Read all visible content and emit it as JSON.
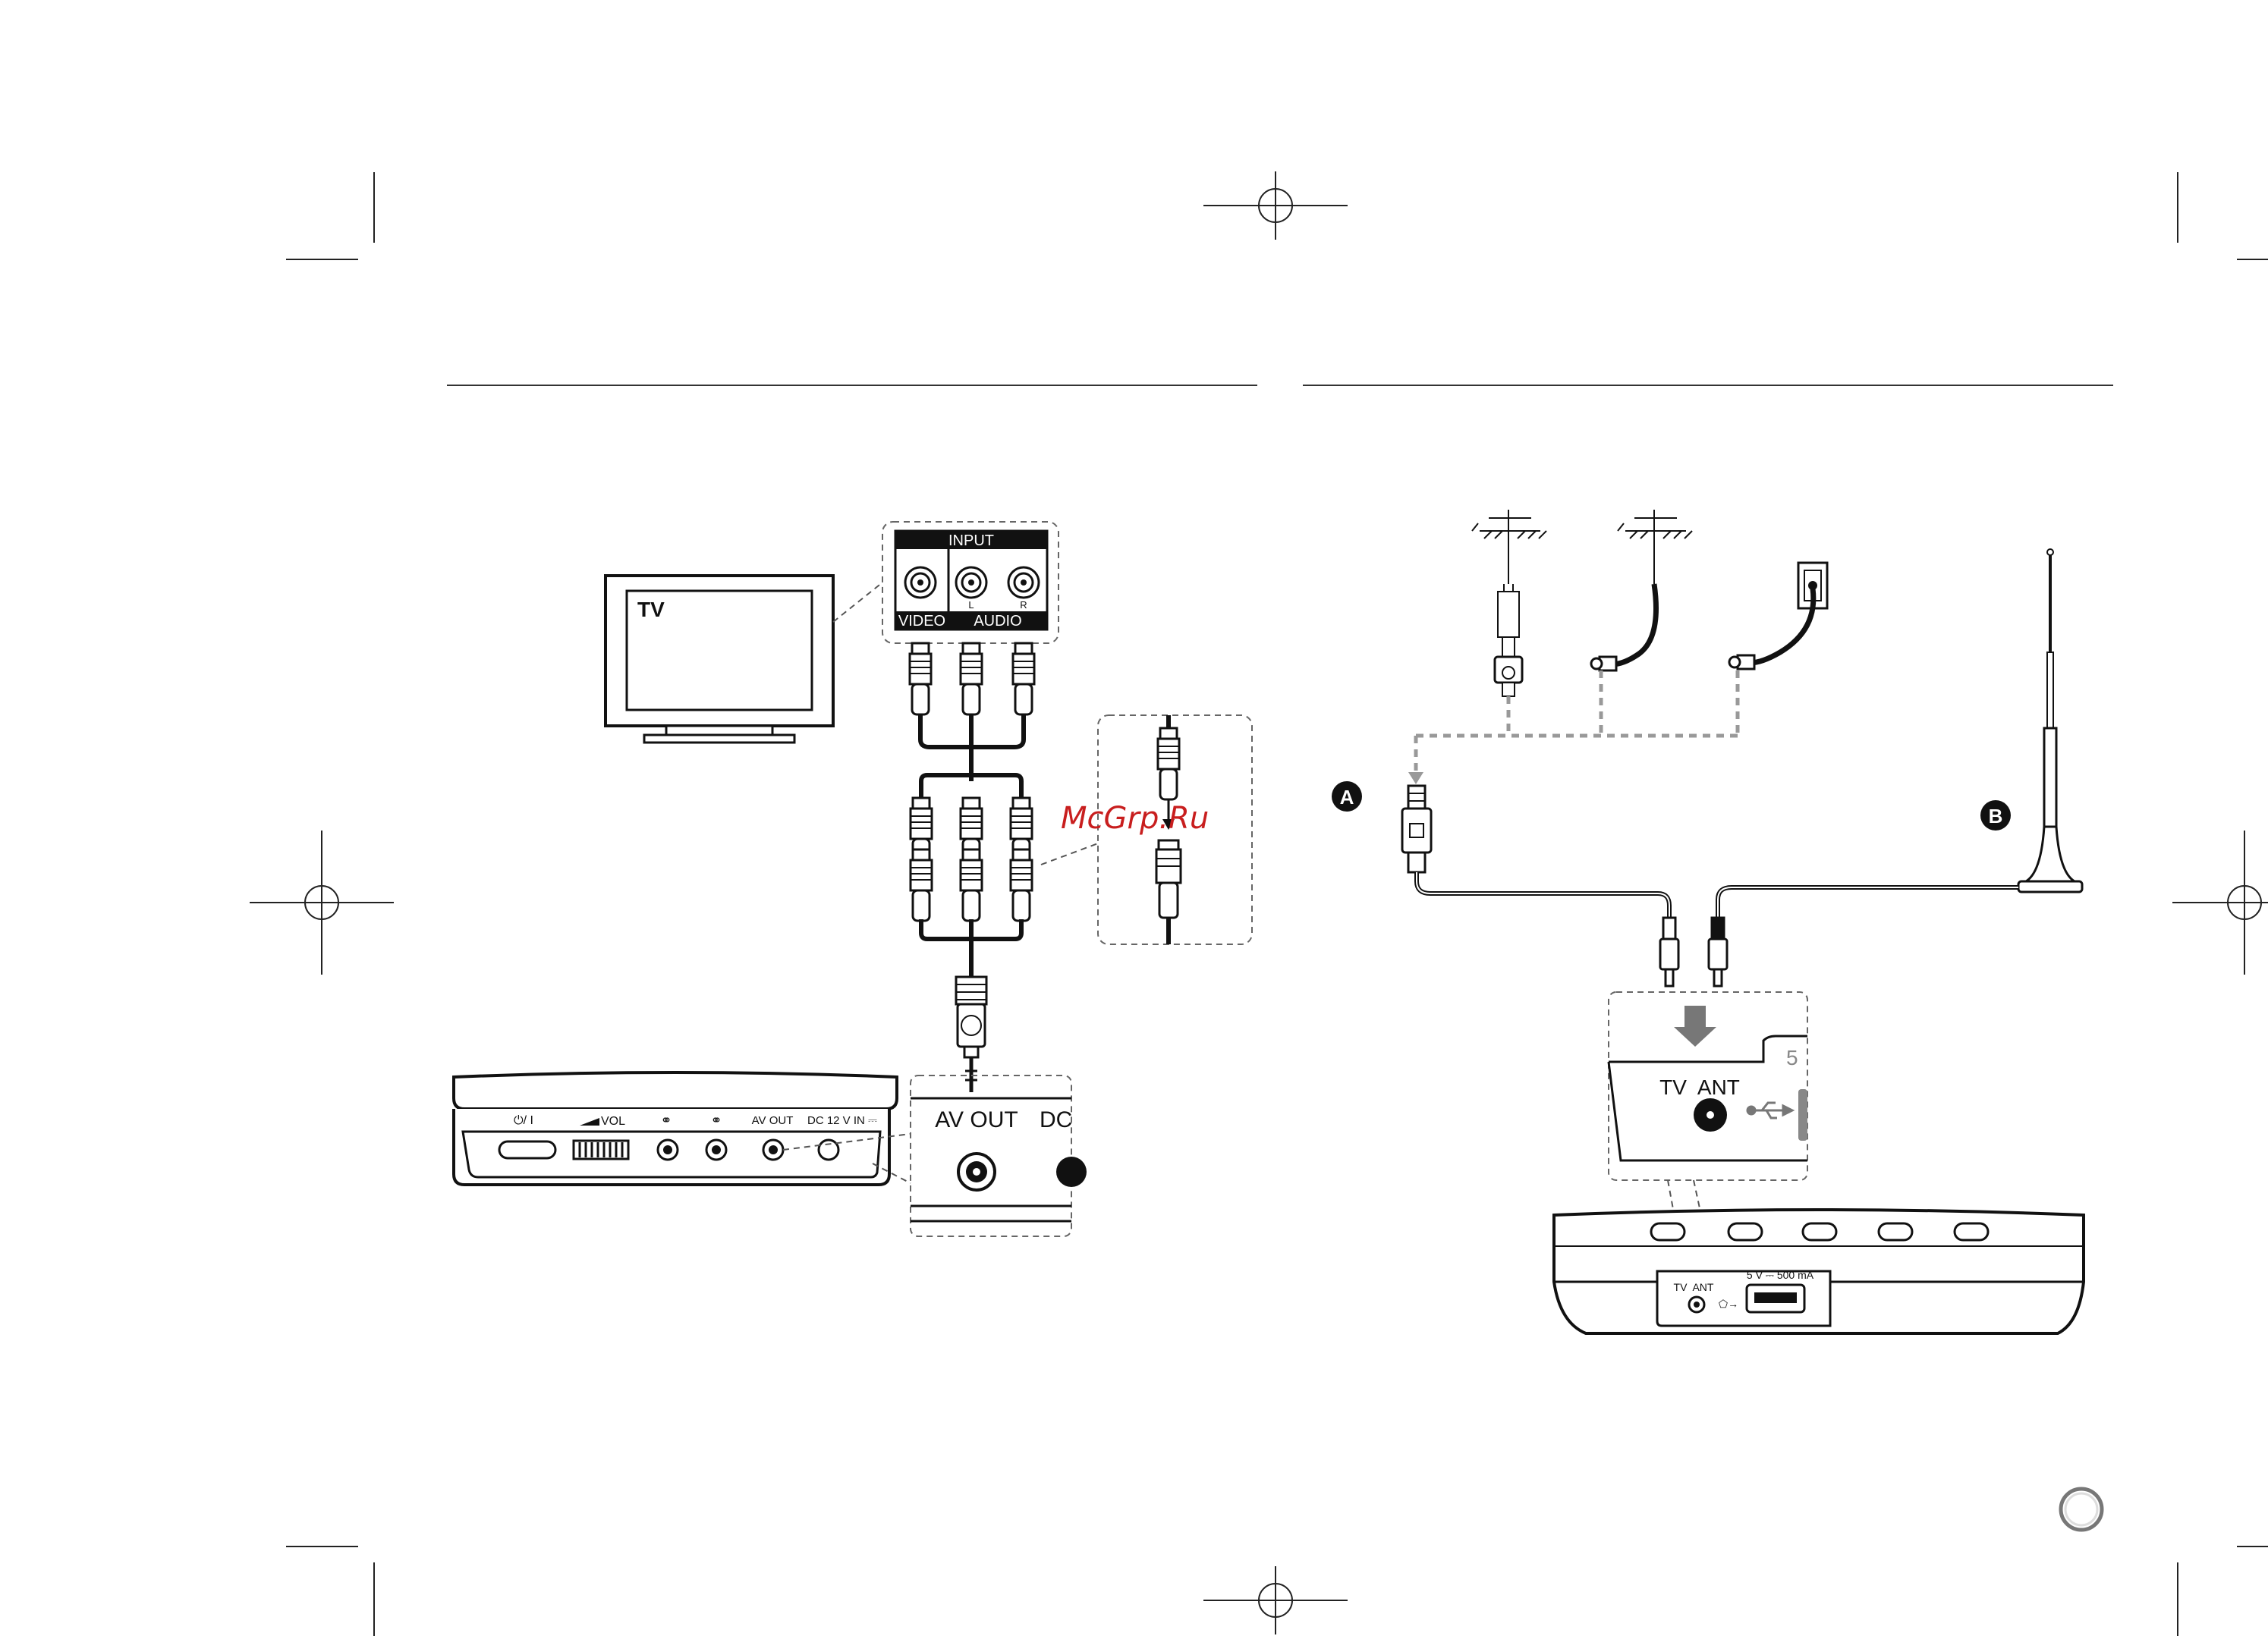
{
  "tv": {
    "label": "TV"
  },
  "tv_panel": {
    "header": "INPUT",
    "video": "VIDEO",
    "audio": "AUDIO",
    "left": "L",
    "right": "R"
  },
  "watermark": "McGrp.Ru",
  "player_left": {
    "power": "⏻/ I",
    "vol": "VOL",
    "av_out": "AV OUT",
    "dc_in": "DC 12 V IN ⎓"
  },
  "av_zoom": {
    "av_out": "AV OUT",
    "dc": "DC"
  },
  "markers": {
    "a": "A",
    "b": "B"
  },
  "ant_zoom": {
    "tv_ant": "TV  ANT",
    "five": "5"
  },
  "player_right": {
    "tv_ant": "TV  ANT",
    "usb_rating": "5 V ⎓ 500 mA"
  }
}
